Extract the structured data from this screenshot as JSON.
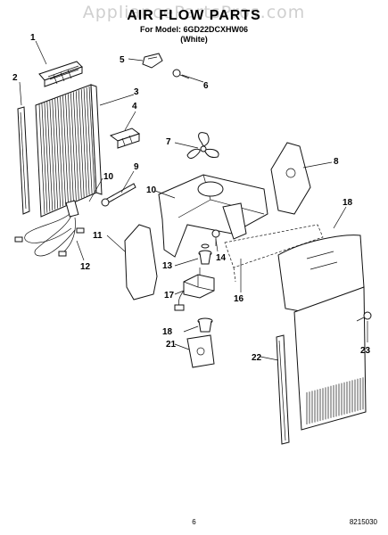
{
  "watermark": "AppliancePartsPros.com",
  "header": {
    "title": "AIR FLOW PARTS",
    "model_line": "For Model: 6GD22DCXHW06",
    "color_line": "(White)"
  },
  "callouts": [
    "1",
    "2",
    "3",
    "4",
    "5",
    "6",
    "7",
    "8",
    "9",
    "10",
    "10",
    "11",
    "12",
    "13",
    "14",
    "16",
    "17",
    "18",
    "18",
    "21",
    "22",
    "23"
  ],
  "footer": {
    "page_number": "6",
    "doc_number": "8215030"
  }
}
